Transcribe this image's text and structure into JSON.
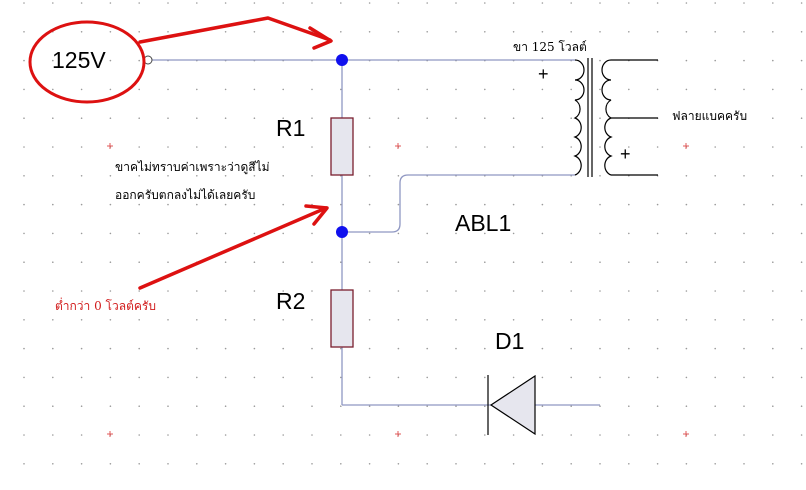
{
  "labels": {
    "voltage": "125V",
    "r1": "R1",
    "r2": "R2",
    "abl1": "ABL1",
    "d1": "D1",
    "pin_125": "ขา 125 โวลต์",
    "flyback": "ฟลายแบคครับ",
    "note_black_1": "ขาคไม่ทราบค่าเพราะว่าดูสีไม่",
    "note_black_2": "ออกครับตกลงไม่ได้เลยครับ",
    "note_red": "ต่ำกว่า 0 โวลต์ครับ",
    "plus_top": "+",
    "plus_bottom": "+"
  },
  "colors": {
    "wire": "#8f97c2",
    "component": "#7a1e2e",
    "resistor_fill": "#e6e6ee",
    "node": "#1010ee",
    "annotation": "#dd1111",
    "grid_dot": "#9a9a9a",
    "grid_cross": "#e25a5a"
  }
}
